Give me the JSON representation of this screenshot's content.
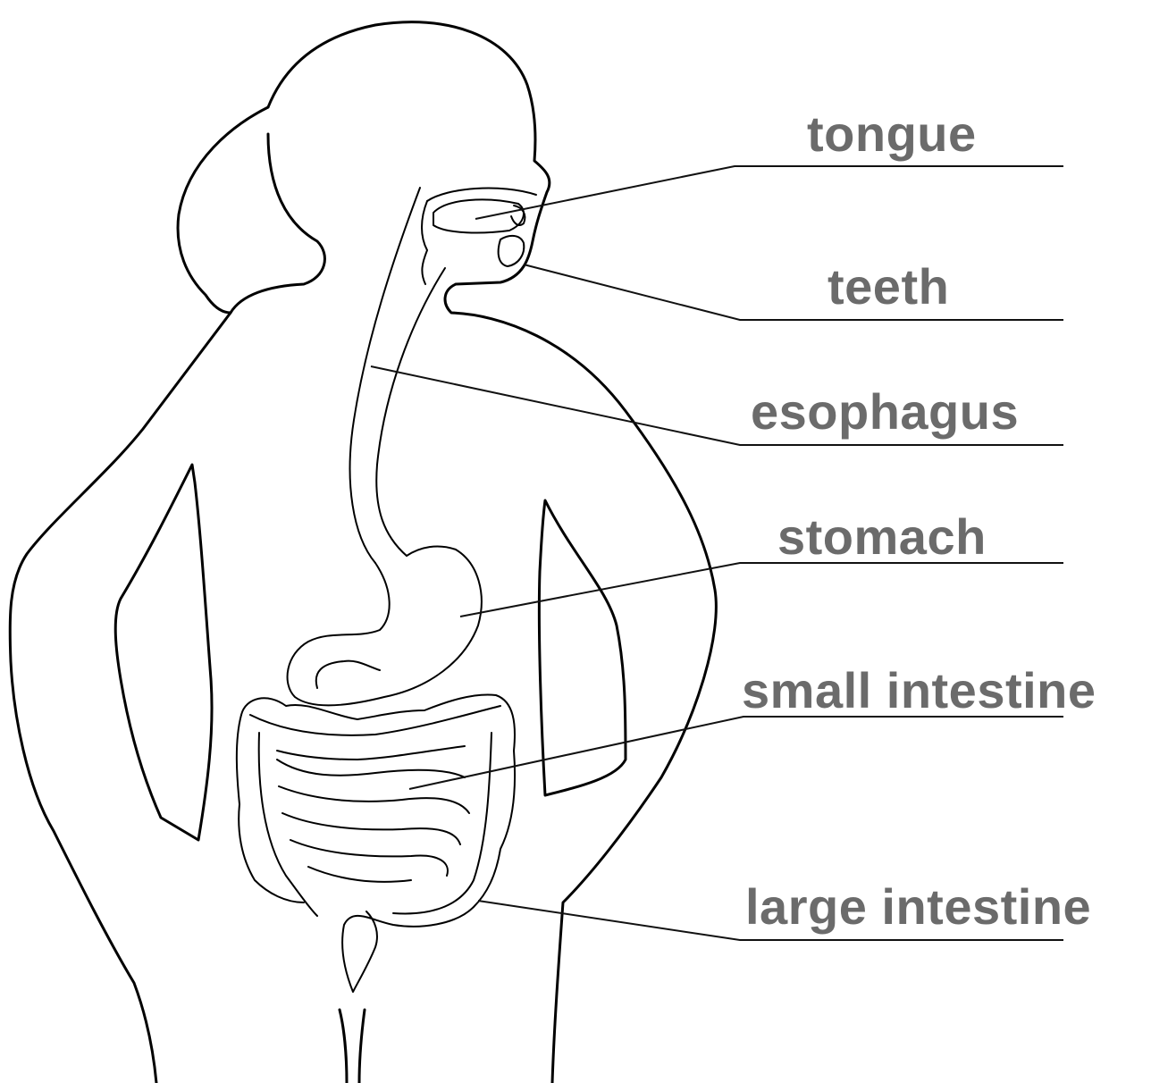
{
  "colors": {
    "label_text": "#6b6b6b",
    "line": "#000000",
    "background": "#ffffff"
  },
  "labels": [
    {
      "id": "tongue",
      "text": "tongue"
    },
    {
      "id": "teeth",
      "text": "teeth"
    },
    {
      "id": "esophagus",
      "text": "esophagus"
    },
    {
      "id": "stomach",
      "text": "stomach"
    },
    {
      "id": "small_intestine",
      "text": "small intestine"
    },
    {
      "id": "large_intestine",
      "text": "large intestine"
    }
  ]
}
